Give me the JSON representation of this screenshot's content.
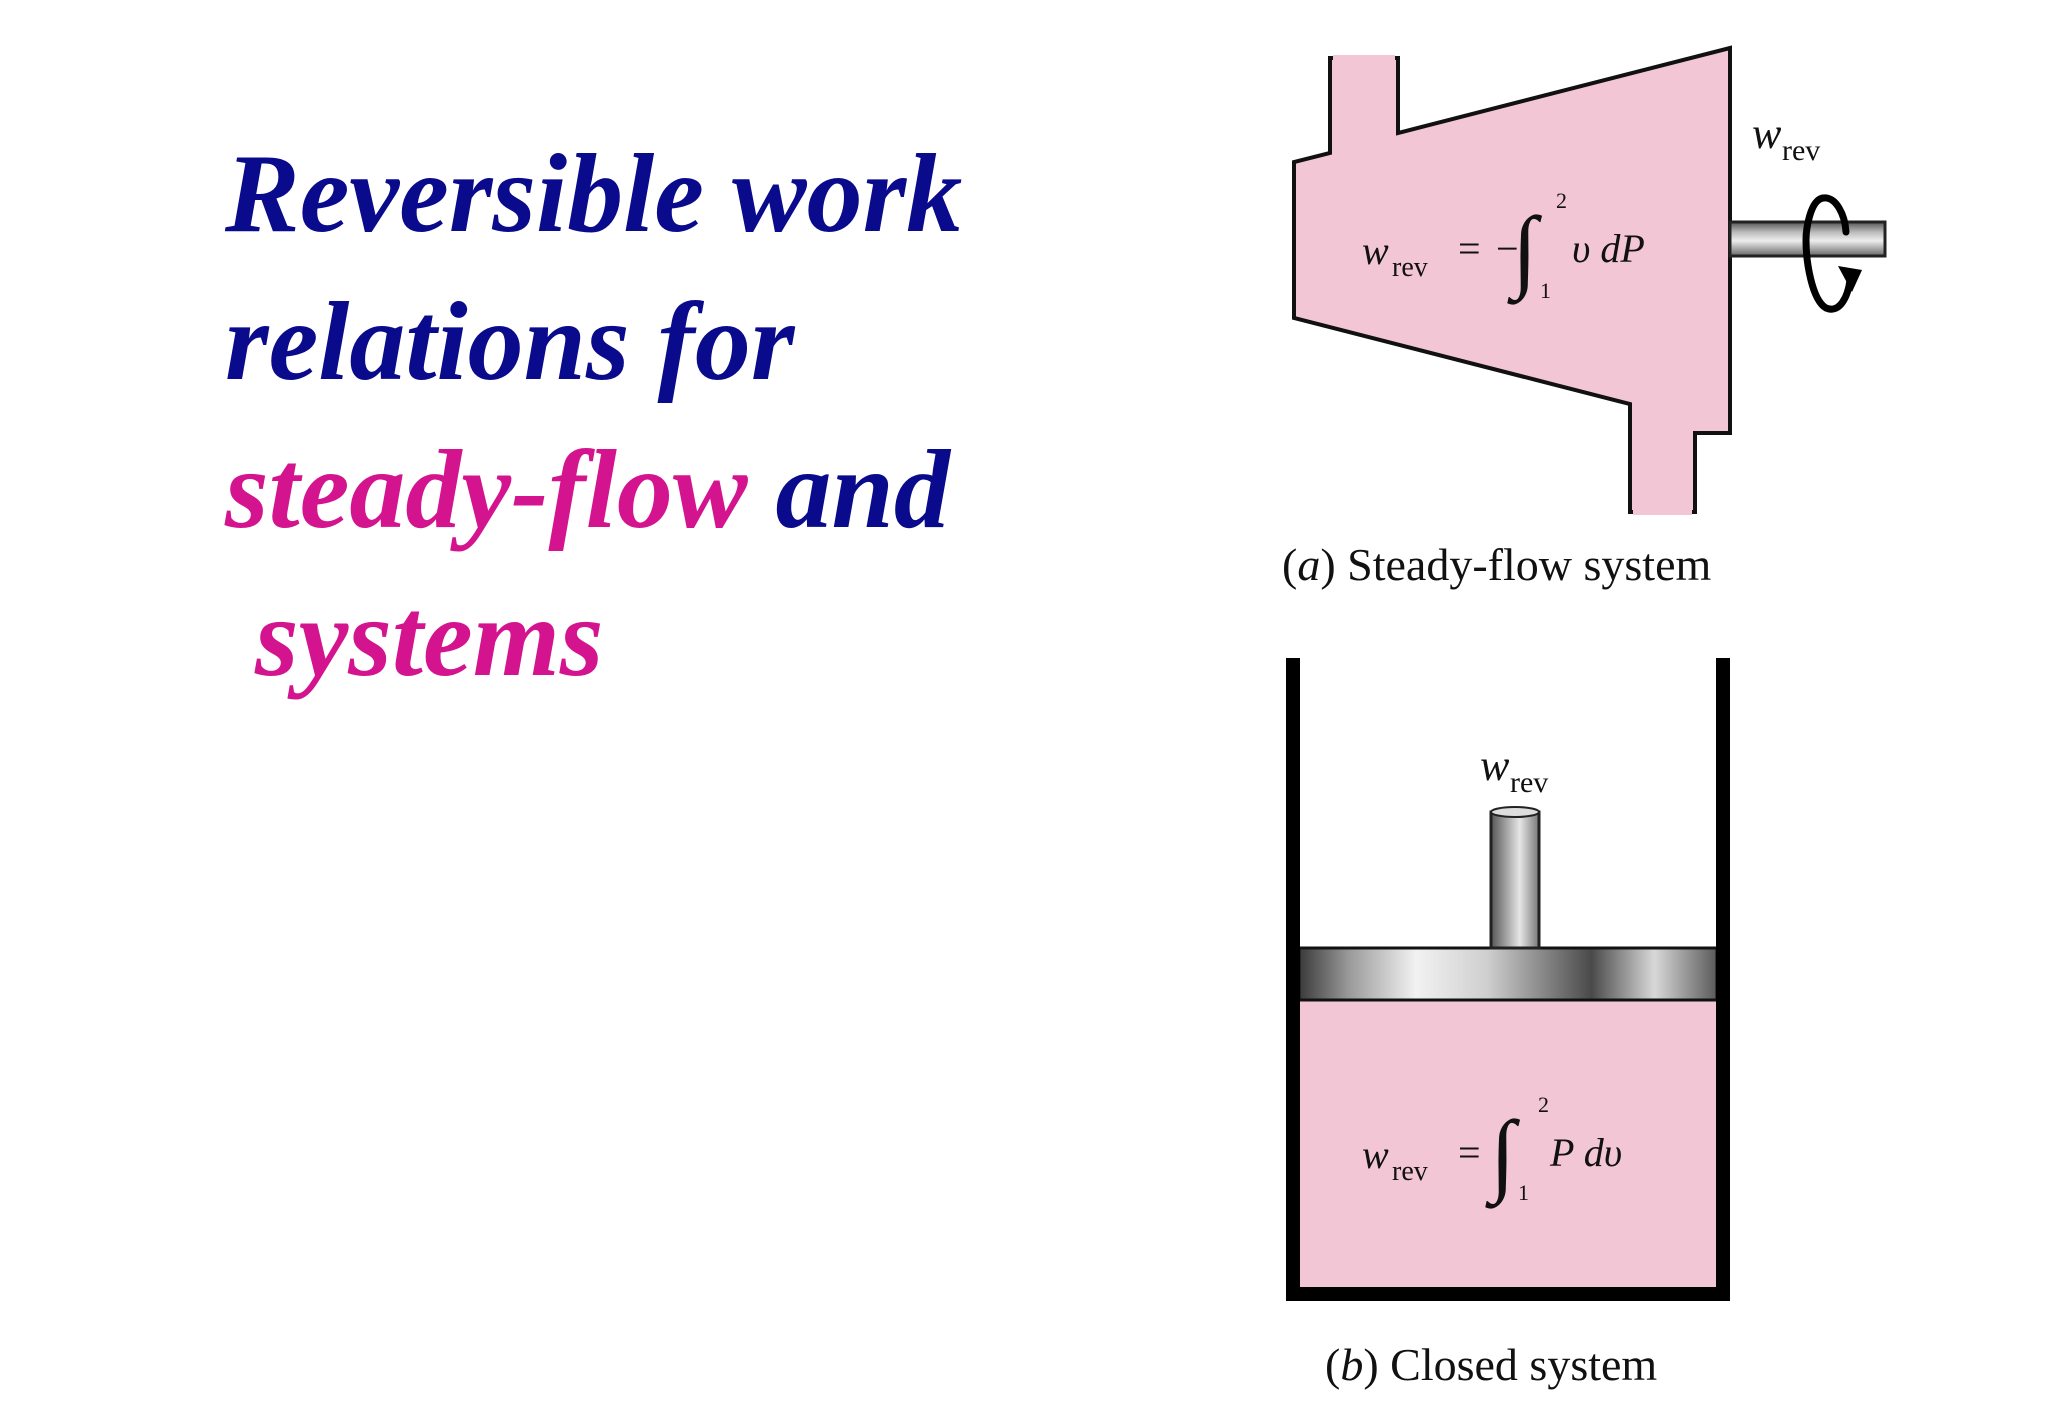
{
  "title": {
    "line1": "Reversible work",
    "line2": "relations for",
    "line3_pink": "steady-flow",
    "line3_blue": "and",
    "line4_pink": "systems"
  },
  "figure_a": {
    "caption_letter": "a",
    "caption_text": "Steady-flow system",
    "shaft_label_w": "w",
    "shaft_label_sub": "rev",
    "eq_w": "w",
    "eq_sub": "rev",
    "eq_equals": "=",
    "eq_minus": "−",
    "eq_upper": "2",
    "eq_lower": "1",
    "eq_integrand": "υ dP"
  },
  "figure_b": {
    "caption_letter": "b",
    "caption_text": "Closed system",
    "rod_label_w": "w",
    "rod_label_sub": "rev",
    "eq_w": "w",
    "eq_sub": "rev",
    "eq_equals": "=",
    "eq_upper": "2",
    "eq_lower": "1",
    "eq_integrand": "P dυ"
  },
  "colors": {
    "title_blue": "#0a0a8c",
    "title_pink": "#d4148f",
    "fluid_pink": "#f3c6d6"
  }
}
